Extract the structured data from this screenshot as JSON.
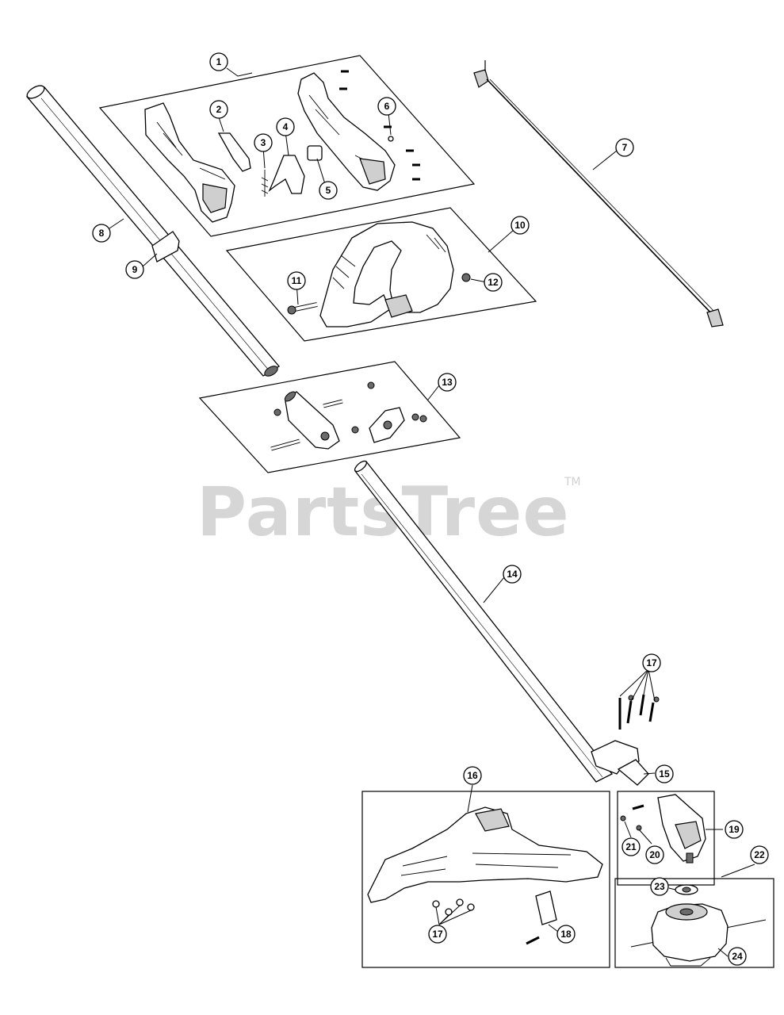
{
  "watermark": {
    "text": "PartsTree",
    "trademark": "TM"
  },
  "callouts": [
    {
      "id": "1",
      "label": "1"
    },
    {
      "id": "2",
      "label": "2"
    },
    {
      "id": "3",
      "label": "3"
    },
    {
      "id": "4",
      "label": "4"
    },
    {
      "id": "5",
      "label": "5"
    },
    {
      "id": "6",
      "label": "6"
    },
    {
      "id": "7",
      "label": "7"
    },
    {
      "id": "8",
      "label": "8"
    },
    {
      "id": "9",
      "label": "9"
    },
    {
      "id": "10",
      "label": "10"
    },
    {
      "id": "11",
      "label": "11"
    },
    {
      "id": "12",
      "label": "12"
    },
    {
      "id": "13",
      "label": "13"
    },
    {
      "id": "14",
      "label": "14"
    },
    {
      "id": "15",
      "label": "15"
    },
    {
      "id": "16",
      "label": "16"
    },
    {
      "id": "17a",
      "label": "17"
    },
    {
      "id": "17b",
      "label": "17"
    },
    {
      "id": "18",
      "label": "18"
    },
    {
      "id": "19",
      "label": "19"
    },
    {
      "id": "20",
      "label": "20"
    },
    {
      "id": "21",
      "label": "21"
    },
    {
      "id": "22",
      "label": "22"
    },
    {
      "id": "23",
      "label": "23"
    },
    {
      "id": "24",
      "label": "24"
    }
  ]
}
